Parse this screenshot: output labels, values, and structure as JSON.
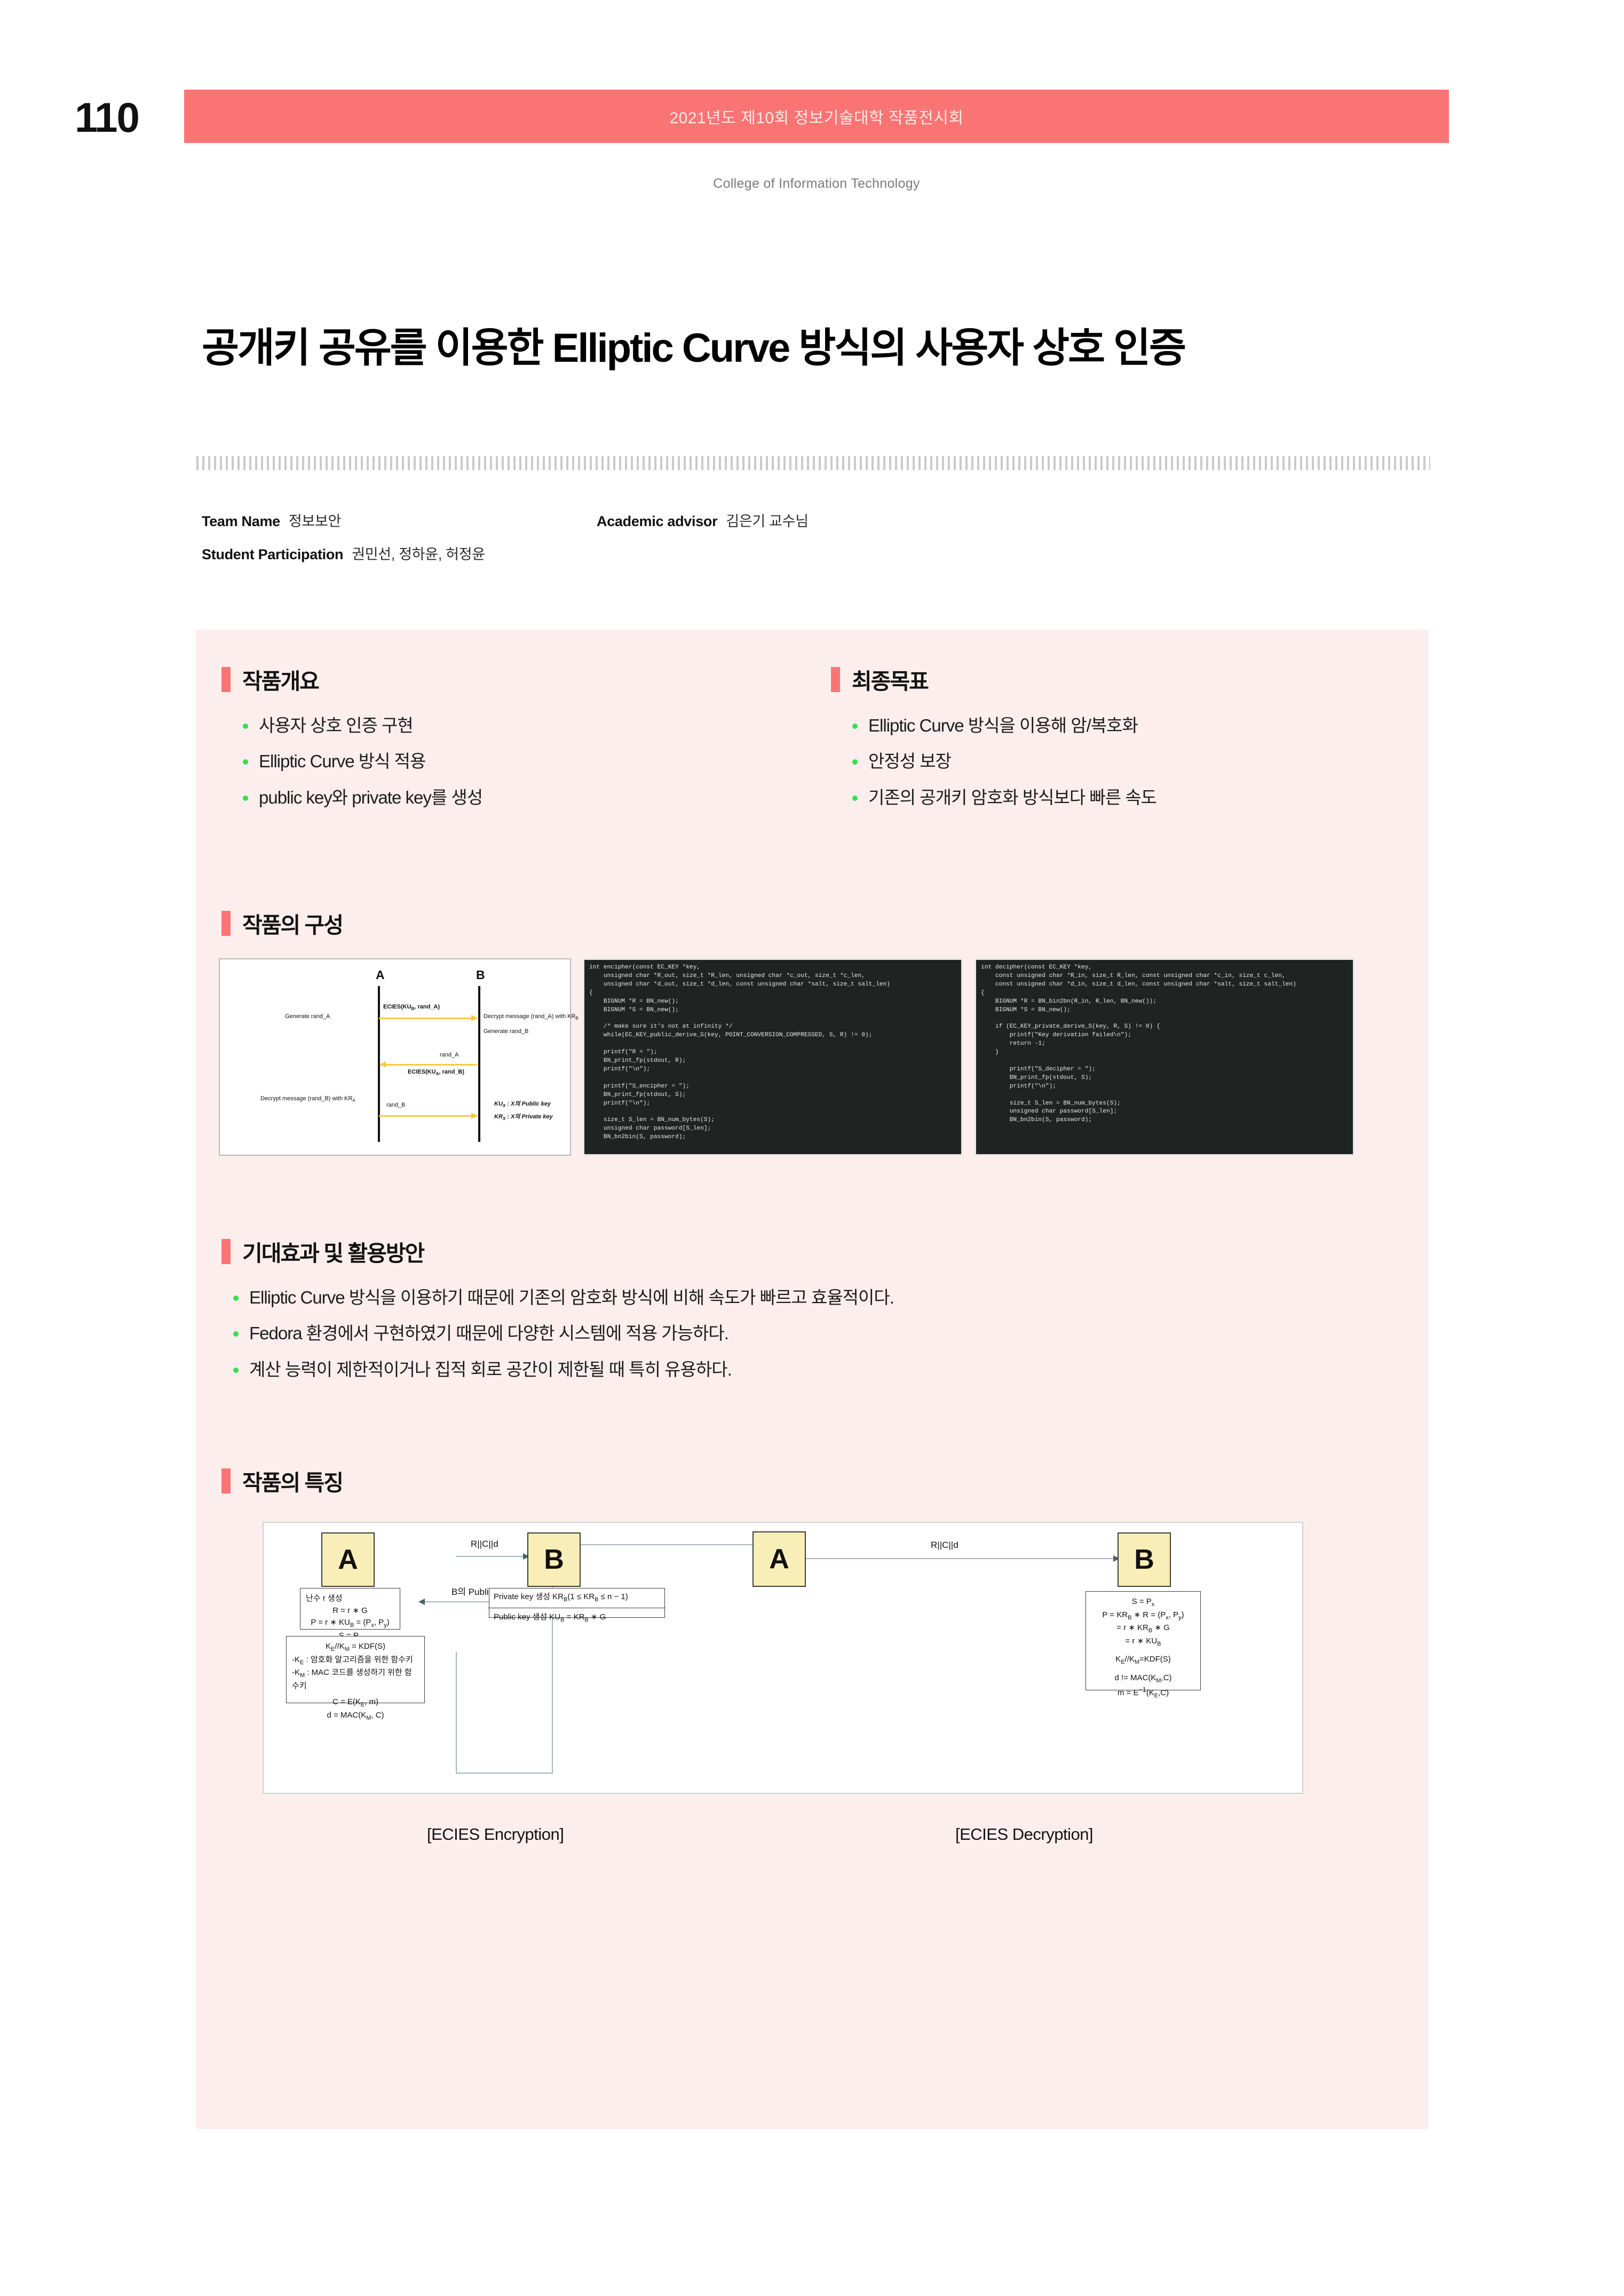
{
  "header": {
    "page_number": "110",
    "banner_text": "2021년도 제10회 정보기술대학 작품전시회",
    "subtitle": "College of Information Technology",
    "banner_color": "#fb7474"
  },
  "title": "공개키 공유를 이용한 Elliptic Curve 방식의 사용자 상호 인증",
  "meta": {
    "team_name_label": "Team Name",
    "team_name_value": "정보보안",
    "advisor_label": "Academic advisor",
    "advisor_value": "김은기 교수님",
    "students_label": "Student Participation",
    "students_value": "권민선, 정하윤, 허정윤"
  },
  "sections": {
    "overview": {
      "title": "작품개요",
      "bullets": [
        "사용자 상호 인증 구현",
        "Elliptic Curve 방식 적용",
        "public key와 private key를 생성"
      ]
    },
    "goal": {
      "title": "최종목표",
      "bullets": [
        "Elliptic Curve 방식을 이용해 암/복호화",
        "안정성 보장",
        "기존의 공개키 암호화 방식보다 빠른 속도"
      ]
    },
    "composition": {
      "title": "작품의 구성"
    },
    "effects": {
      "title": "기대효과 및 활용방안",
      "bullets": [
        "Elliptic Curve 방식을 이용하기 때문에 기존의 암호화 방식에 비해 속도가 빠르고 효율적이다.",
        "Fedora 환경에서 구현하였기 때문에 다양한 시스템에 적용 가능하다.",
        "계산 능력이 제한적이거나 집적 회로 공간이 제한될 때 특히 유용하다."
      ]
    },
    "features": {
      "title": "작품의 특징"
    }
  },
  "sequence_diagram": {
    "actor_a": "A",
    "actor_b": "B",
    "left_step1": "Generate rand_A",
    "arrow1_label": "ECIES(KU<sub>B</sub>, rand_A)",
    "right_step1": "Decrypt message (rand_A) with KR<sub>B</sub>",
    "right_step2": "Generate rand_B",
    "arrow2_label_top": "rand_A",
    "arrow2_label_bottom": "ECIES(KU<sub>A</sub>, rand_B)",
    "left_step2": "Decrypt message (rand_B) with KR<sub>A</sub>",
    "arrow3_label": "rand_B",
    "legend1": "KU<sub>X</sub> : X의 Public key",
    "legend2": "KR<sub>X</sub> : X의 Private key"
  },
  "code_encipher": "int encipher(const EC_KEY *key,\n    unsigned char *R_out, size_t *R_len, unsigned char *c_out, size_t *c_len,\n    unsigned char *d_out, size_t *d_len, const unsigned char *salt, size_t salt_len)\n{\n    BIGNUM *R = BN_new();\n    BIGNUM *S = BN_new();\n\n    /* make sure it's not at infinity */\n    while(EC_KEY_public_derive_S(key, POINT_CONVERSION_COMPRESSED, S, R) != 0);\n\n    printf(\"R = \");\n    BN_print_fp(stdout, R);\n    printf(\"\\n\");\n\n    printf(\"S_encipher = \");\n    BN_print_fp(stdout, S);\n    printf(\"\\n\");\n\n    size_t S_len = BN_num_bytes(S);\n    unsigned char password[S_len];\n    BN_bn2bin(S, password);",
  "code_decipher": "int decipher(const EC_KEY *key,\n    const unsigned char *R_in, size_t R_len, const unsigned char *c_in, size_t c_len,\n    const unsigned char *d_in, size_t d_len, const unsigned char *salt, size_t salt_len)\n{\n    BIGNUM *R = BN_bin2bn(R_in, R_len, BN_new());\n    BIGNUM *S = BN_new();\n\n    if (EC_KEY_private_derive_S(key, R, S) != 0) {\n        printf(\"Key derivation failed\\n\");\n        return -1;\n    }\n\n        printf(\"S_decipher = \");\n        BN_print_fp(stdout, S);\n        printf(\"\\n\");\n\n        size_t S_len = BN_num_bytes(S);\n        unsigned char password[S_len];\n        BN_bn2bin(S, password);",
  "ecies": {
    "node_a1": "A",
    "node_b1": "B",
    "node_a2": "A",
    "node_b2": "B",
    "enc_box1_line1": "난수 r 생성",
    "enc_box1_line2": "R = r ∗ G",
    "enc_box1_line3": "P = r ∗ KU<sub>B</sub> = (P<sub>x</sub>, P<sub>y</sub>)",
    "enc_box1_line4": "S = P<sub>x</sub>",
    "enc_box2_line1": "K<sub>E</sub>//K<sub>M</sub> = KDF(S)",
    "enc_box2_line2": "-K<sub>E</sub> : 암호화 알고리즘을 위한 함수키",
    "enc_box2_line3": "-K<sub>M</sub> : MAC 코드를 생성하기 위한 함수키",
    "enc_box2_line4": "C = E(K<sub>E</sub>, m)",
    "enc_box2_line5": "d = MAC(K<sub>M</sub>, C)",
    "b_key_box_line1": "Private key 생성 KR<sub>B</sub>(1 ≤ KR<sub>B</sub> ≤ n − 1)",
    "b_key_box_line2": "Public key 생성 KU<sub>B</sub> = KR<sub>B</sub> ∗ G",
    "dec_box_line1": "S = P<sub>x</sub>",
    "dec_box_line2": "P = KR<sub>B</sub> ∗ R = (P<sub>x</sub>, P<sub>y</sub>)",
    "dec_box_line3": "= r ∗ KR<sub>B</sub> ∗ G",
    "dec_box_line4": "= r ∗ KU<sub>B</sub>",
    "dec_box_line5": "K<sub>E</sub>//K<sub>M</sub>=KDF(S)",
    "dec_box_line6": "d != MAC(K<sub>M</sub>,C)",
    "dec_box_line7": "m = E<sup>−1</sup>(K<sub>E</sub>,C)",
    "label_pubkey": "B의 Public key",
    "label_rcd_1": "R||C||d",
    "label_rcd_2": "R||C||d",
    "caption_left": "[ECIES Encryption]",
    "caption_right": "[ECIES Decryption]"
  },
  "colors": {
    "accent": "#fb7474",
    "panel_bg": "#fdeeee",
    "bullet": "#35e04a",
    "node_fill": "#faeeb8",
    "arrow_yellow": "#f7c948"
  }
}
